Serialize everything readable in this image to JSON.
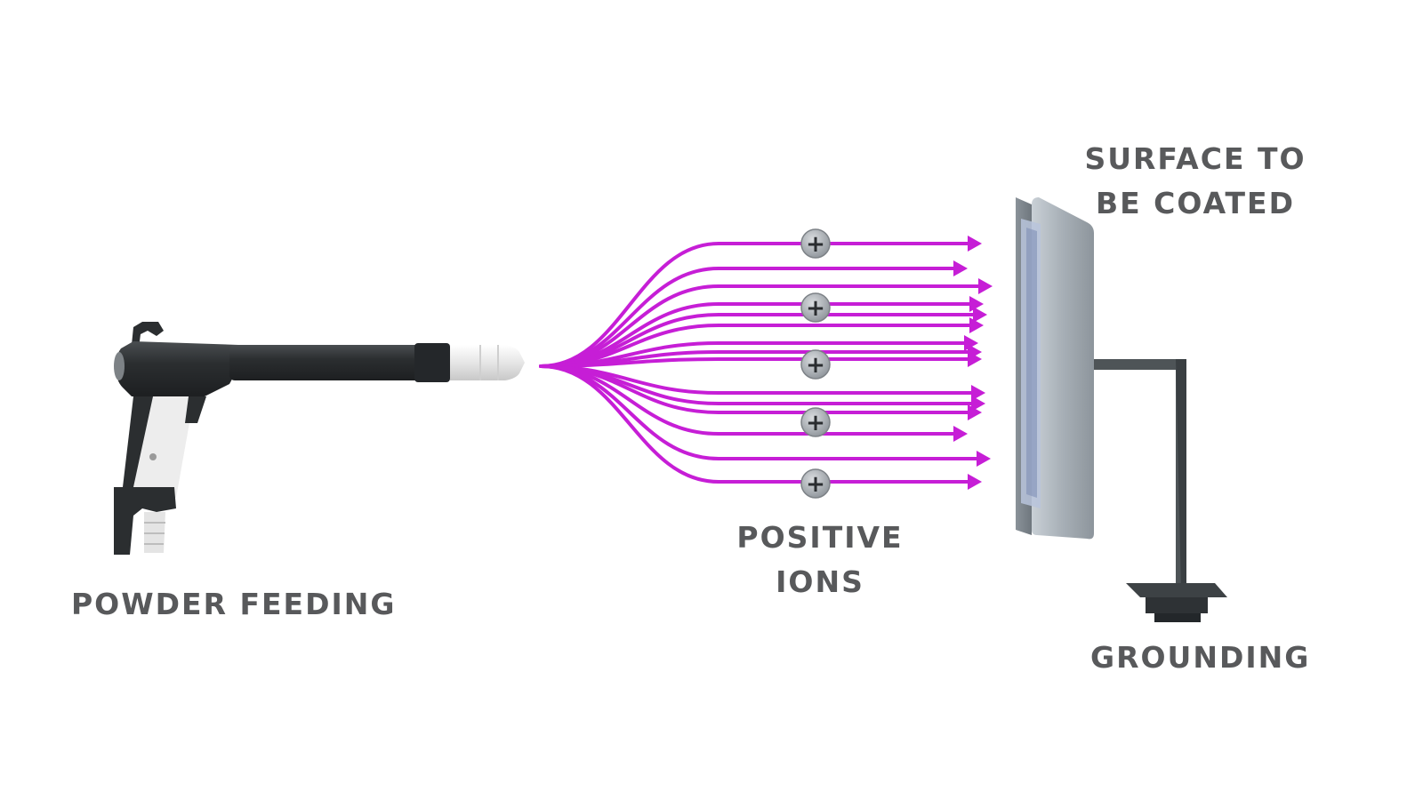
{
  "labels": {
    "powder_feeding": "POWDER FEEDING",
    "positive_ions_line1": "POSITIVE",
    "positive_ions_line2": "IONS",
    "surface_line1": "SURFACE TO",
    "surface_line2": "BE COATED",
    "grounding": "GROUNDING"
  },
  "colors": {
    "field_lines": "#c61ed6",
    "label_text": "#58595b",
    "gun_body": "#2c2f31",
    "nozzle": "#ececec",
    "plate": "#9aa1a8"
  },
  "icons": {
    "ion": "plus-circle-icon",
    "arrow": "arrowhead-icon"
  },
  "ion_symbol": "+"
}
